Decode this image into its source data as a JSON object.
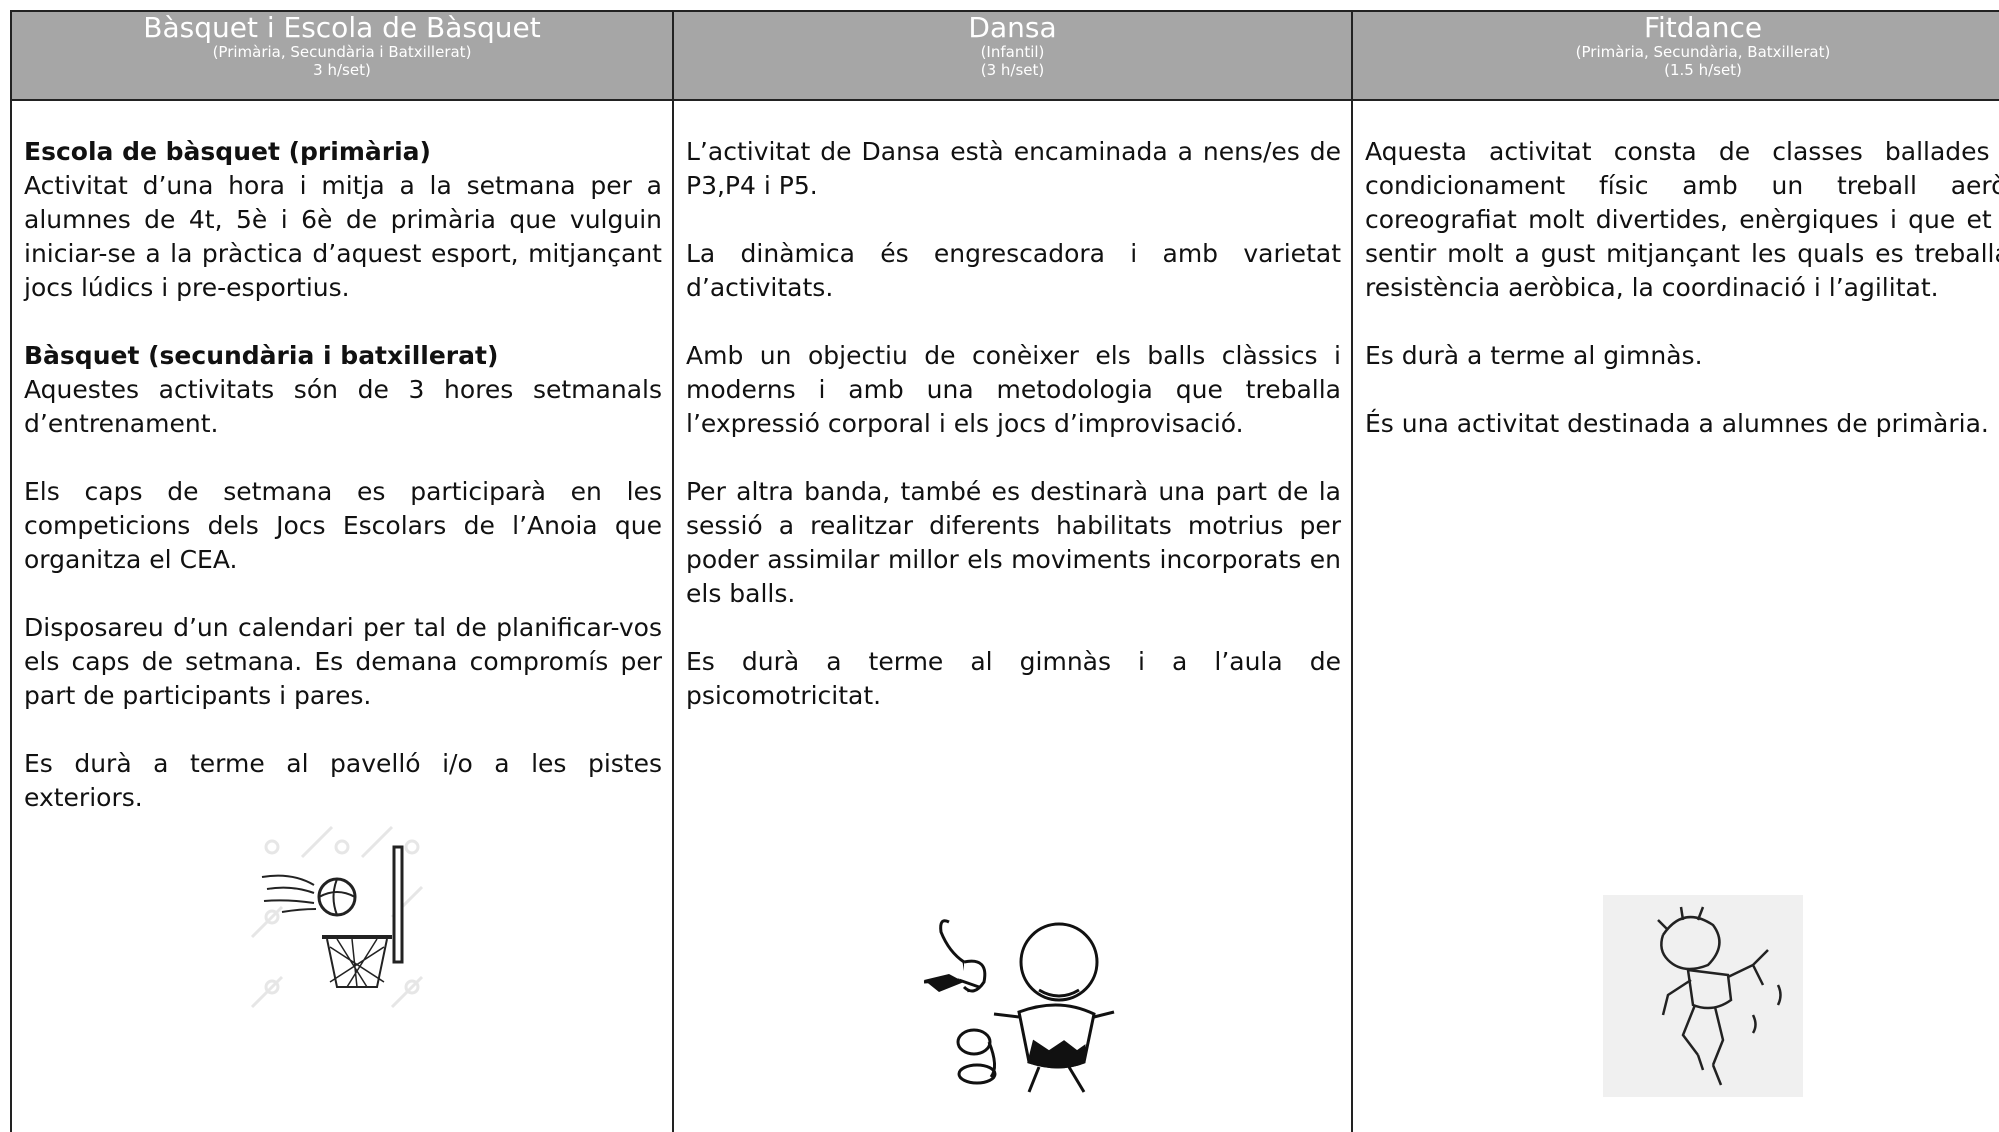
{
  "columns": [
    {
      "title": "Bàsquet i Escola de Bàsquet",
      "subtitle": "(Primària, Secundària i Batxillerat)",
      "hours": "3 h/set)",
      "sections": [
        {
          "heading": "Escola de bàsquet (primària)",
          "text": "Activitat d’una hora i mitja a la setmana per a alumnes de 4t, 5è i 6è de primària que vulguin iniciar-se a la pràctica d’aquest esport, mitjançant jocs lúdics i pre-esportius."
        },
        {
          "heading": "Bàsquet (secundària i batxillerat)",
          "text": "Aquestes activitats són de 3 hores setmanals d’entrenament."
        },
        {
          "text": "Els caps de setmana es participarà en les competicions dels Jocs Escolars de l’Anoia que organitza el CEA."
        },
        {
          "text": "Disposareu d’un calendari per tal de planificar-vos els caps de setmana. Es demana compromís per part de participants i pares."
        },
        {
          "text": "Es durà a terme al pavelló i/o a les pistes exteriors."
        }
      ],
      "illustration": "basketball-hoop-icon"
    },
    {
      "title": "Dansa",
      "subtitle": "(Infantil)",
      "hours": "(3 h/set)",
      "sections": [
        {
          "text": "L’activitat de Dansa està encaminada a nens/es de P3,P4 i P5."
        },
        {
          "text": "La dinàmica és engrescadora i amb varietat d’activitats."
        },
        {
          "text": "Amb un objectiu de conèixer els balls clàssics i moderns i amb una metodologia que treballa l’expressió corporal i els jocs d’improvisació."
        },
        {
          "text": "Per altra banda, també es destinarà una part de la sessió a realitzar diferents habilitats motrius per poder assimilar millor els moviments incorporats en els balls."
        },
        {
          "text": "Es durà a terme al gimnàs i a l’aula de psicomotricitat."
        }
      ],
      "illustration": "dancing-cartoon-icon"
    },
    {
      "title": "Fitdance",
      "subtitle": "(Primària, Secundària, Batxillerat)",
      "hours": "(1.5 h/set)",
      "sections": [
        {
          "text": "Aquesta activitat consta de classes ballades de condicionament físic amb un treball aeròbic coreografiat molt divertides, enèrgiques i que et fan sentir molt a gust mitjançant les quals es treballa la resistència aeròbica, la coordinació i l’agilitat."
        },
        {
          "text": "Es durà a terme al gimnàs."
        },
        {
          "text": "És una activitat destinada a alumnes de primària."
        }
      ],
      "illustration": "dancing-child-icon"
    }
  ]
}
